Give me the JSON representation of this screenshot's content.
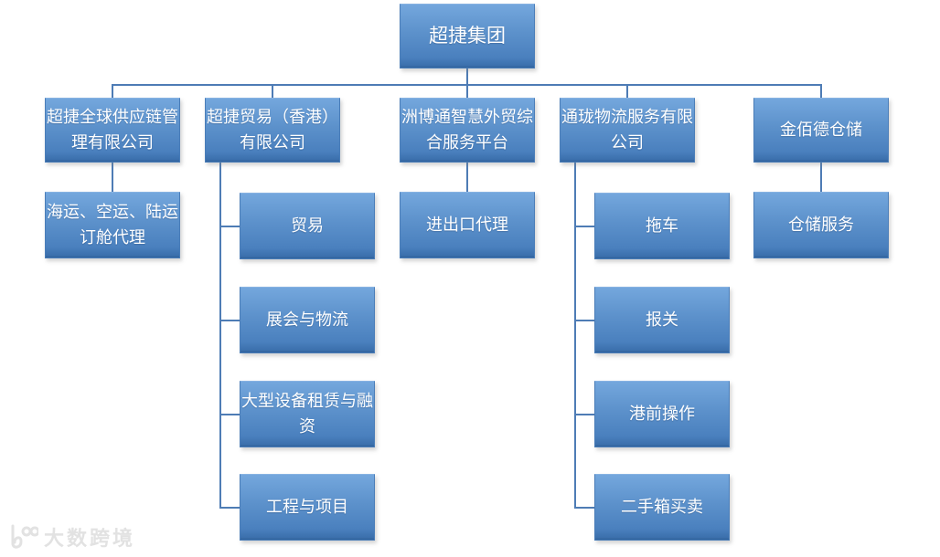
{
  "chart": {
    "type": "org-chart",
    "root": {
      "label": "超捷集团"
    },
    "branches": [
      {
        "label": "超捷全球供应链管理有限公司",
        "children": [
          "海运、空运、陆运订舱代理"
        ]
      },
      {
        "label": "超捷贸易（香港）有限公司",
        "children": [
          "贸易",
          "展会与物流",
          "大型设备租赁与融资",
          "工程与项目"
        ]
      },
      {
        "label": "洲博通智慧外贸综合服务平台",
        "children": [
          "进出口代理"
        ]
      },
      {
        "label": "通珑物流服务有限公司",
        "children": [
          "拖车",
          "报关",
          "港前操作",
          "二手箱买卖"
        ]
      },
      {
        "label": "金佰德仓储",
        "children": [
          "仓储服务"
        ]
      }
    ],
    "colors": {
      "node_gradient_top": "#74A7DD",
      "node_gradient_bottom": "#3B6FAC",
      "connector_line": "#4E7CB5",
      "node_text": "#FFFFFF"
    }
  },
  "watermark": {
    "logo_icon": "dashukuajing-logo",
    "text": "大数跨境",
    "color": "#E2E2E2"
  }
}
